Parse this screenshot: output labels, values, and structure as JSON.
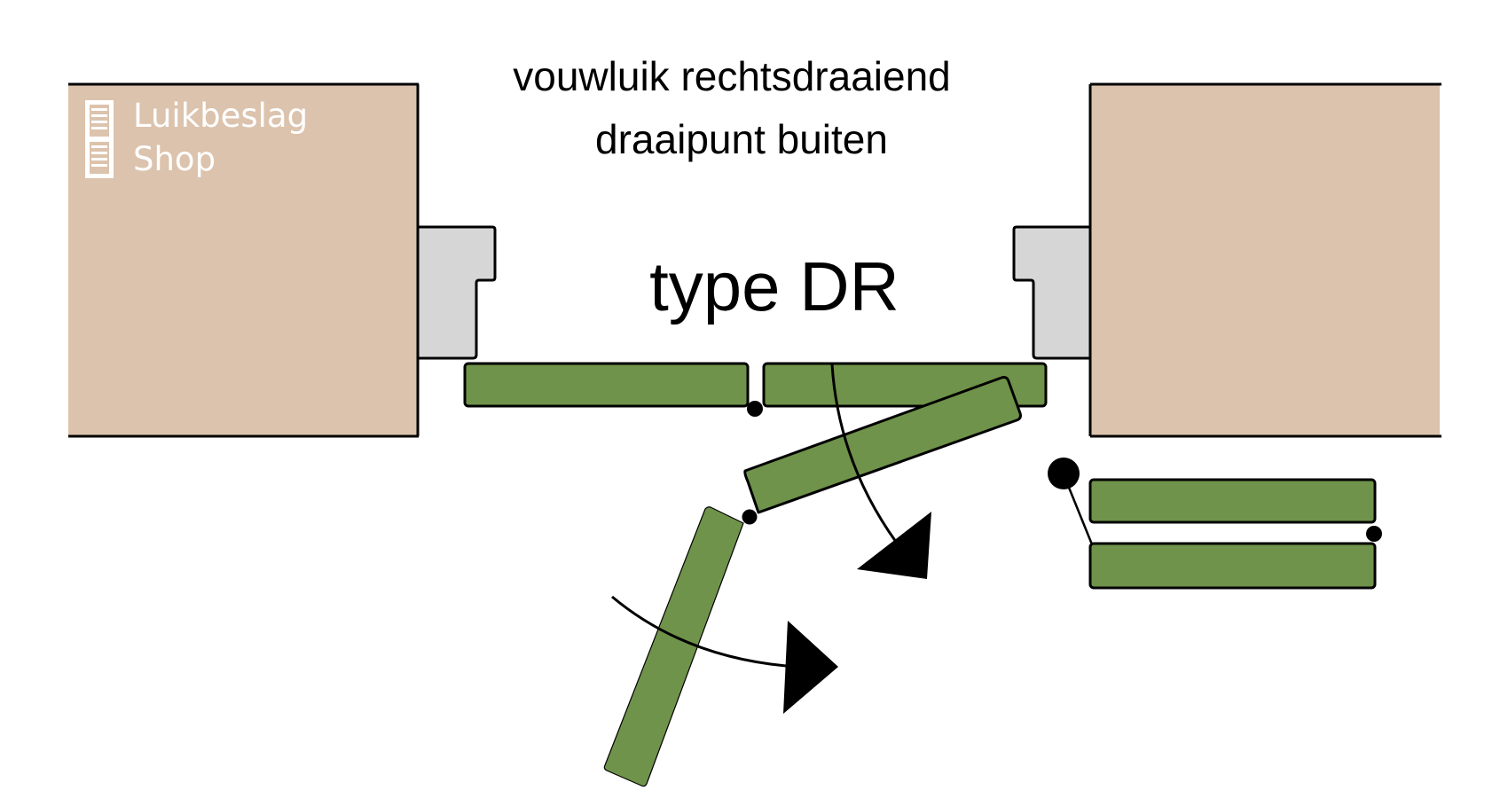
{
  "diagram": {
    "title_line_1": "vouwluik rechtsdraaiend",
    "title_line_2": "draaipunt buiten",
    "type_label": "type DR",
    "logo": {
      "icon": "shutter-icon",
      "line_1": "Luikbeslag",
      "line_2": "Shop"
    },
    "colors": {
      "wall": "#dcc3ad",
      "frame": "#d6d6d6",
      "shutter_panel": "#6f934a",
      "outline": "#000000",
      "background": "#ffffff"
    },
    "elements": {
      "walls": [
        "left-wall",
        "right-wall"
      ],
      "frames": [
        "left-window-frame",
        "right-window-frame"
      ],
      "closed_panels": 2,
      "swinging_panels": 2,
      "folded_panels": 2,
      "rotation_arrows": 2
    }
  }
}
